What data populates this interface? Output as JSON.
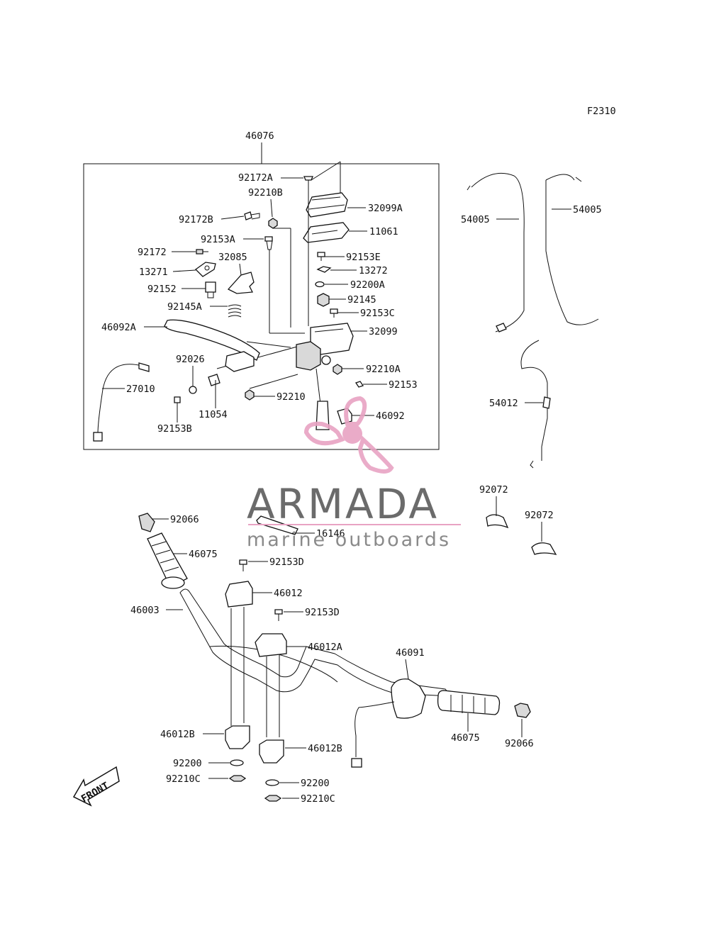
{
  "figure_code": "F2310",
  "parts": {
    "p46076": "46076",
    "p92172A": "92172A",
    "p92210B": "92210B",
    "p32099A": "32099A",
    "p92172B": "92172B",
    "p11061": "11061",
    "p92153A": "92153A",
    "p92172": "92172",
    "p32085": "32085",
    "p92153E": "92153E",
    "p13271": "13271",
    "p13272": "13272",
    "p92152": "92152",
    "p92200A": "92200A",
    "p92145": "92145",
    "p92145A": "92145A",
    "p92153C": "92153C",
    "p46092A": "46092A",
    "p32099": "32099",
    "p92026": "92026",
    "p92210A": "92210A",
    "p27010": "27010",
    "p92153": "92153",
    "p11054": "11054",
    "p92210": "92210",
    "p46092": "46092",
    "p92153B": "92153B",
    "p54005a": "54005",
    "p54005b": "54005",
    "p54012": "54012",
    "p92072a": "92072",
    "p92072b": "92072",
    "p92066a": "92066",
    "p16146": "16146",
    "p46075a": "46075",
    "p92153Da": "92153D",
    "p46012": "46012",
    "p46003": "46003",
    "p92153Db": "92153D",
    "p46012A": "46012A",
    "p46091": "46091",
    "p46012Ba": "46012B",
    "p46075b": "46075",
    "p92066b": "92066",
    "p46012Bb": "46012B",
    "p92200a": "92200",
    "p92210Ca": "92210C",
    "p92200b": "92200",
    "p92210Cb": "92210C"
  },
  "front_label": "FRONT",
  "watermark": {
    "title": "ARMADA",
    "subtitle": "marine outboards",
    "logo_color": "#e8a3c3",
    "text_color": "#6b6b6b",
    "accent_color": "#e8a3c3"
  }
}
